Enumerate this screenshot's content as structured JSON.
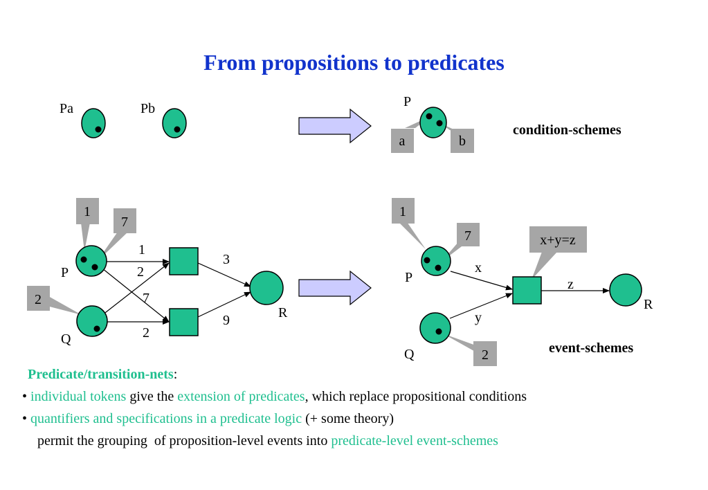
{
  "title": "From propositions to predicates",
  "top_left": {
    "place_a": "Pa",
    "place_b": "Pb"
  },
  "top_right": {
    "place": "P",
    "token_a": "a",
    "token_b": "b",
    "caption": "condition-schemes"
  },
  "bottom_left": {
    "tag_1": "1",
    "tag_7": "7",
    "tag_2": "2",
    "place_p": "P",
    "place_q": "Q",
    "place_r": "R",
    "arc_labels": [
      "1",
      "2",
      "7",
      "2",
      "3",
      "9"
    ]
  },
  "bottom_right": {
    "tag_1": "1",
    "tag_7": "7",
    "tag_2": "2",
    "tag_guard": "x+y=z",
    "place_p": "P",
    "place_q": "Q",
    "place_r": "R",
    "var_x": "x",
    "var_y": "y",
    "var_z": "z",
    "caption": "event-schemes"
  },
  "text": {
    "heading": "Predicate/transition-nets",
    "heading_colon": ":",
    "line1_bullet": "•",
    "line1_a": "individual tokens",
    "line1_b": " give the ",
    "line1_c": "extension of predicates",
    "line1_d": ", which replace propositional conditions",
    "line2_bullet": "•",
    "line2_a": "quantifiers and specifications in a predicate logic",
    "line2_b": " (+ some theory)",
    "line3_a": "permit the grouping  of proposition-level events into ",
    "line3_b": "predicate-level event-schemes"
  },
  "colors": {
    "title": "#1133cc",
    "node_fill": "#1fbf8f",
    "tag_fill": "#a6a6a6",
    "arrow_fill": "#ccccff",
    "highlight": "#1fbf8f"
  }
}
